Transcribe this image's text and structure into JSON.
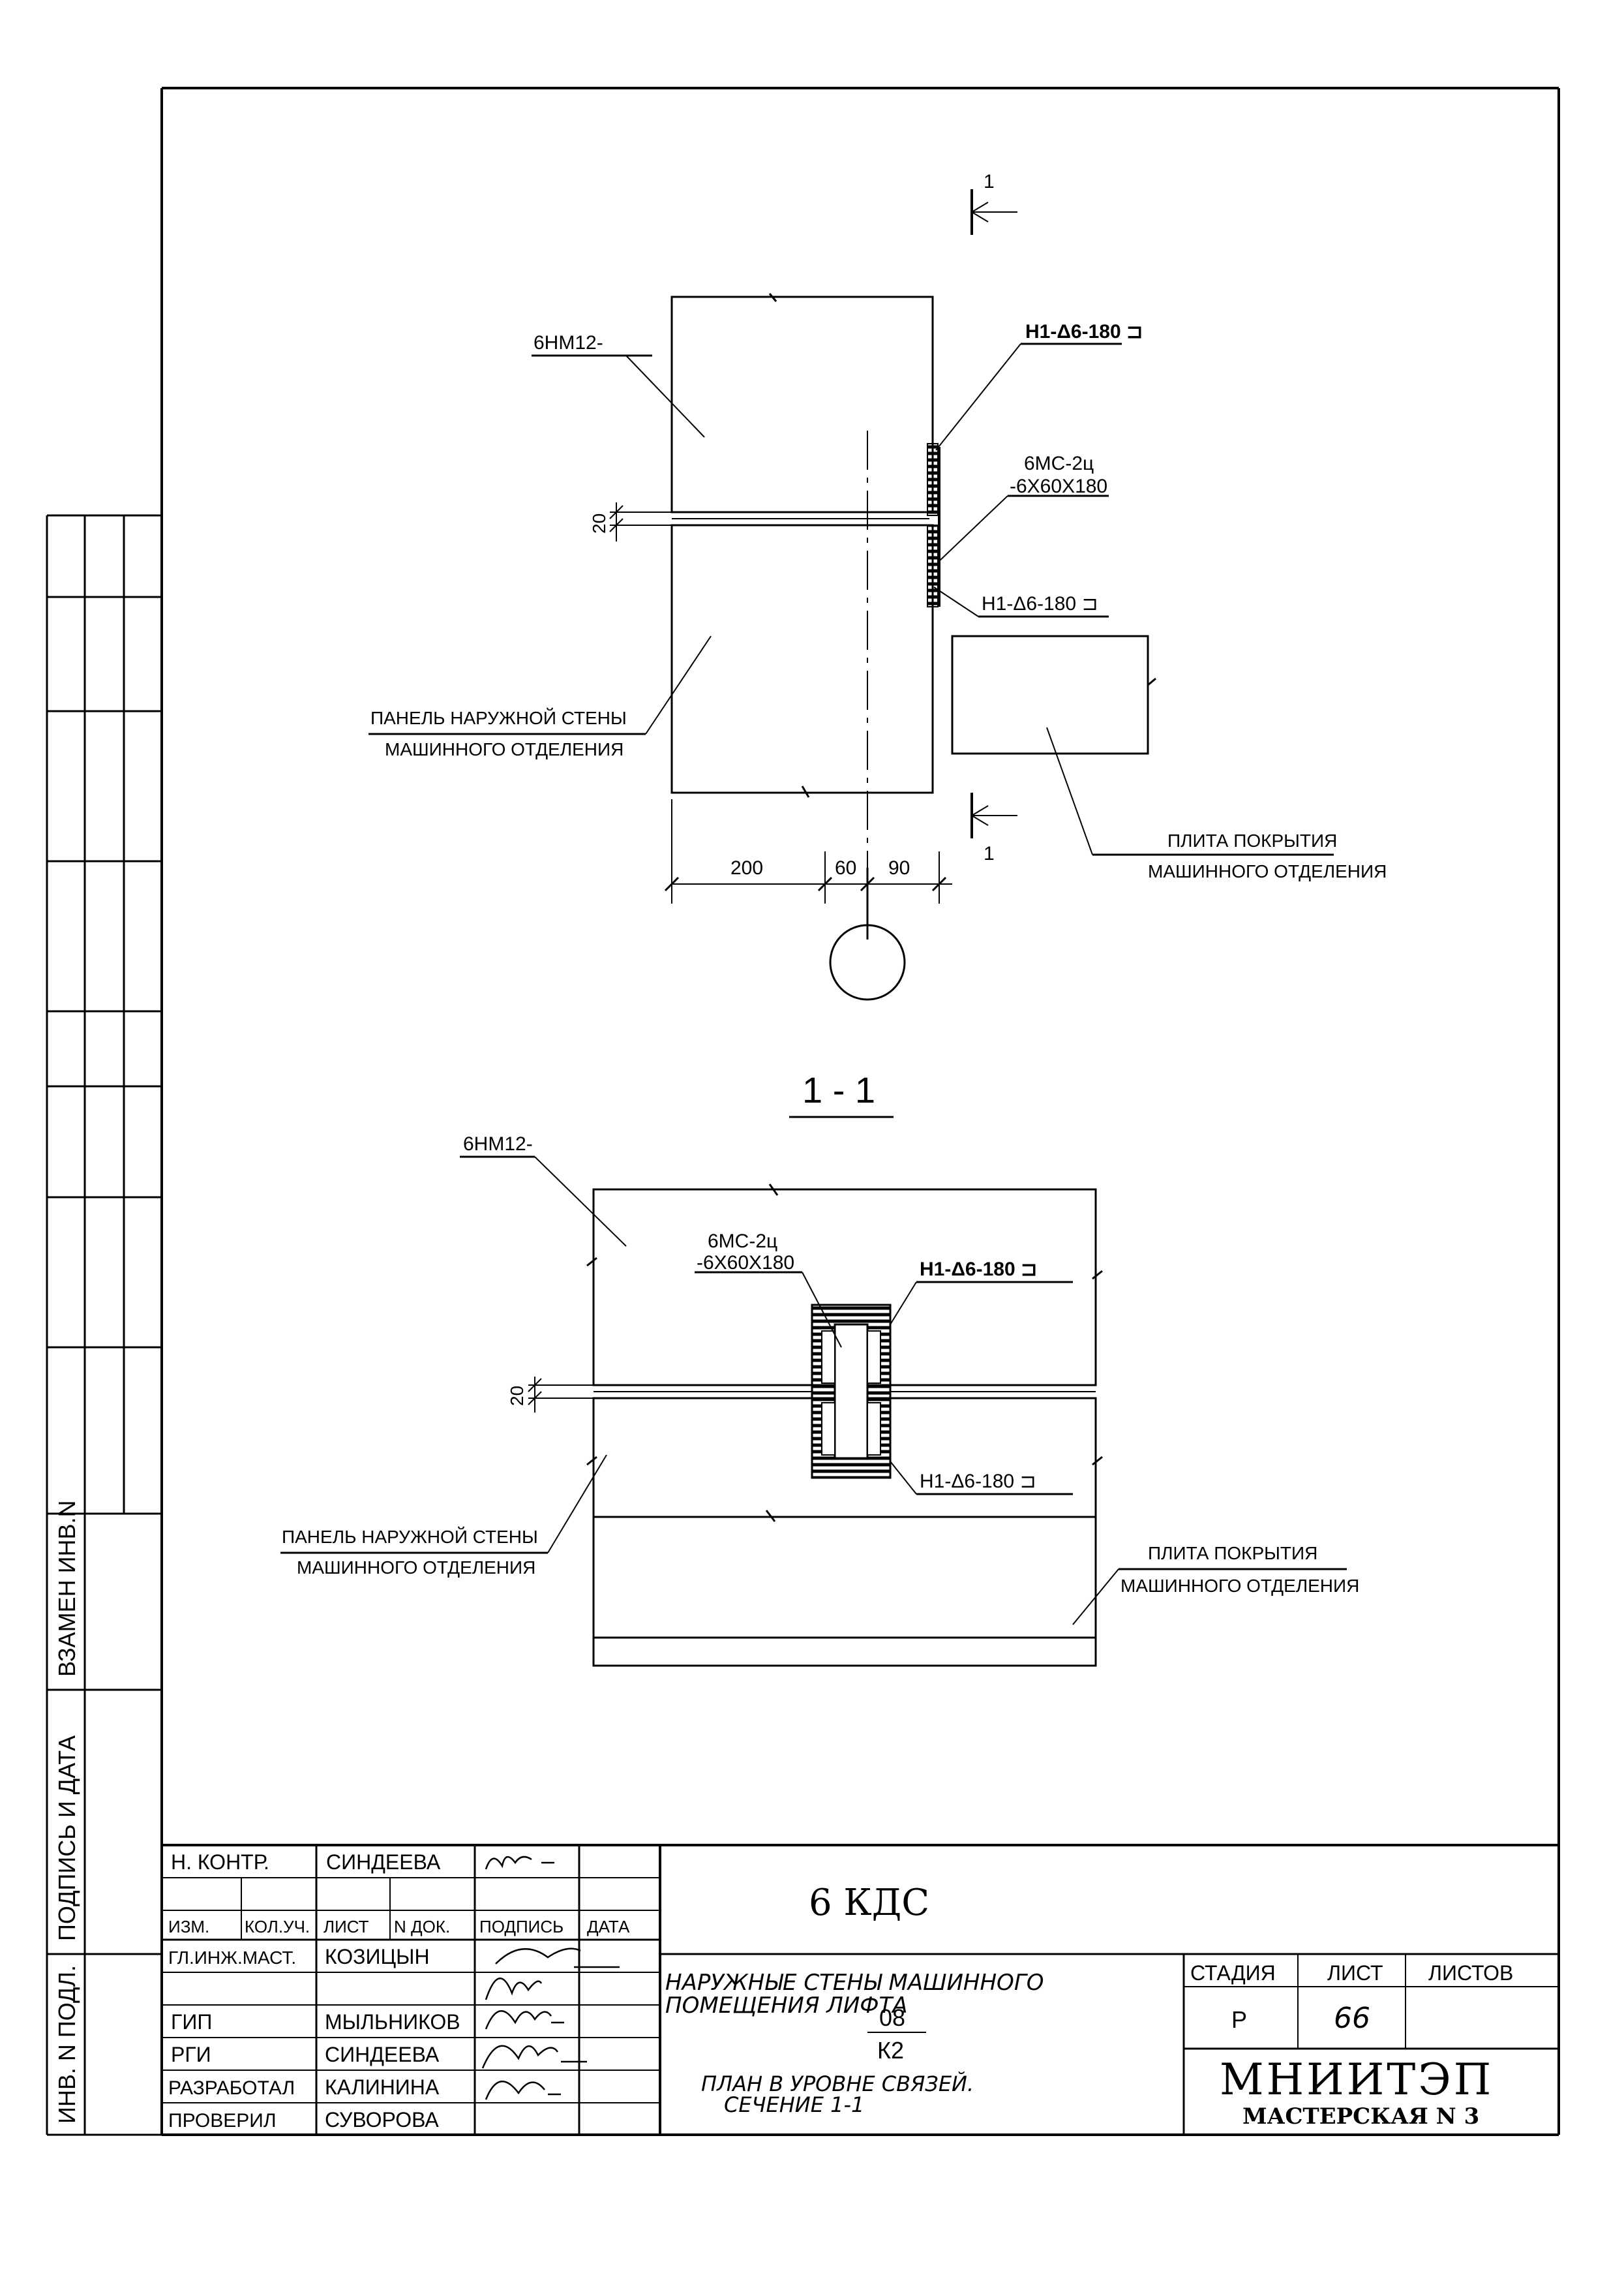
{
  "top_view": {
    "wall_panel_mark": "6НМ12-",
    "weld_top": "Н1-Δ6-180 ⊐",
    "plate_mark": "6МС-2ц",
    "plate_size": "-6Х60Х180",
    "weld_bottom": "Н1-Δ6-180 ⊐",
    "gap": "20",
    "wall_label_1": "ПАНЕЛЬ НАРУЖНОЙ СТЕНЫ",
    "wall_label_2": "МАШИННОГО ОТДЕЛЕНИЯ",
    "slab_label_1": "ПЛИТА ПОКРЫТИЯ",
    "slab_label_2": "МАШИННОГО ОТДЕЛЕНИЯ",
    "dim_a": "200",
    "dim_b": "60",
    "dim_c": "90",
    "cut_mark_top": "1",
    "cut_mark_bottom": "1"
  },
  "section": {
    "title": "1 - 1",
    "wall_panel_mark": "6НМ12-",
    "plate_mark": "6МС-2ц",
    "plate_size": "-6Х60Х180",
    "weld_top": "Н1-Δ6-180 ⊐",
    "weld_bottom": "Н1-Δ6-180 ⊐",
    "gap": "20",
    "wall_label_1": "ПАНЕЛЬ НАРУЖНОЙ СТЕНЫ",
    "wall_label_2": "МАШИННОГО ОТДЕЛЕНИЯ",
    "slab_label_1": "ПЛИТА ПОКРЫТИЯ",
    "slab_label_2": "МАШИННОГО ОТДЕЛЕНИЯ"
  },
  "side_stamp": {
    "inv_orig": "ИНВ. N ПОДЛ.",
    "sign_date": "ПОДПИСЬ И ДАТА",
    "replace_inv": "ВЗАМЕН ИНВ.N"
  },
  "title_block": {
    "n_kontr_label": "Н. КОНТР.",
    "n_kontr_name": "СИНДЕЕВА",
    "izm": "ИЗМ.",
    "kol_uch": "КОЛ.УЧ.",
    "list": "ЛИСТ",
    "n_dok": "N ДОК.",
    "podpis": "ПОДПИСЬ",
    "data": "ДАТА",
    "gl_inzh_label": "ГЛ.ИНЖ.МАСТ.",
    "gl_inzh_name": "КОЗИЦЫН",
    "gip_label": "ГИП",
    "gip_name": "МЫЛЬНИКОВ",
    "rgi_label": "РГИ",
    "rgi_name": "СИНДЕЕВА",
    "razrab_label": "РАЗРАБОТАЛ",
    "razrab_name": "КАЛИНИНА",
    "prover_label": "ПРОВЕРИЛ",
    "prover_name": "СУВОРОВА",
    "code": "6 КДС",
    "desc_1": "НАРУЖНЫЕ СТЕНЫ МАШИННОГО",
    "desc_2": "ПОМЕЩЕНИЯ ЛИФТА",
    "frac_top": "08",
    "frac_bottom": "К2",
    "sheet_desc_1": "ПЛАН В УРОВНЕ СВЯЗЕЙ.",
    "sheet_desc_2": "СЕЧЕНИЕ 1-1",
    "stage_label": "СТАДИЯ",
    "sheet_label": "ЛИСТ",
    "sheets_label": "ЛИСТОВ",
    "stage_value": "Р",
    "sheet_value": "66",
    "org": "МНИИТЭП",
    "workshop": "МАСТЕРСКАЯ N 3"
  }
}
